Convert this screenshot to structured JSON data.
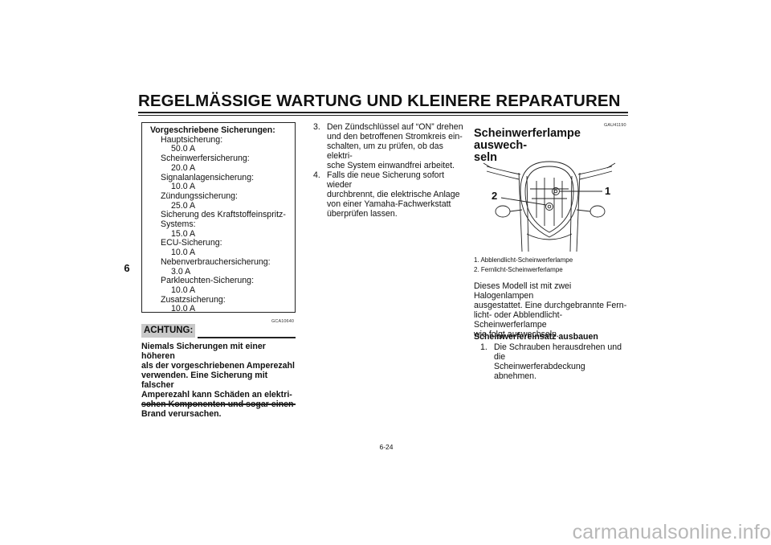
{
  "header": {
    "title": "REGELMÄSSIGE WARTUNG UND KLEINERE REPARATUREN",
    "chapter_number": "6"
  },
  "fuse_box": {
    "title": "Vorgeschriebene Sicherungen:",
    "items": [
      {
        "name": "Hauptsicherung:",
        "value": "50.0 A"
      },
      {
        "name": "Scheinwerfersicherung:",
        "value": "20.0 A"
      },
      {
        "name": "Signalanlagensicherung:",
        "value": "10.0 A"
      },
      {
        "name": "Zündungssicherung:",
        "value": "25.0 A"
      },
      {
        "name": "Sicherung des Kraftstoffeinspritz-",
        "value": ""
      },
      {
        "name": "Systems:",
        "value": "15.0 A"
      },
      {
        "name": "ECU-Sicherung:",
        "value": "10.0 A"
      },
      {
        "name": "Nebenverbrauchersicherung:",
        "value": "3.0 A"
      },
      {
        "name": "Parkleuchten-Sicherung:",
        "value": "10.0 A"
      },
      {
        "name": "Zusatzsicherung:",
        "value": "10.0 A"
      }
    ]
  },
  "caution": {
    "code": "GCA10640",
    "label": "ACHTUNG:",
    "lines": [
      "Niemals Sicherungen mit einer höheren",
      "als der vorgeschriebenen Amperezahl",
      "verwenden. Eine Sicherung mit falscher",
      "Amperezahl kann Schäden an elektri-",
      "schen Komponenten und sogar einen",
      "Brand verursachen."
    ]
  },
  "steps": [
    {
      "num": "3.",
      "lines": [
        "Den Zündschlüssel auf “ON” drehen",
        "und den betroffenen Stromkreis ein-",
        "schalten, um zu prüfen, ob das elektri-",
        "sche System einwandfrei arbeitet."
      ]
    },
    {
      "num": "4.",
      "lines": [
        "Falls die neue Sicherung sofort wieder",
        "durchbrennt, die elektrische Anlage",
        "von einer Yamaha-Fachwerkstatt",
        "überprüfen lassen."
      ]
    }
  ],
  "headlight_section": {
    "code": "GAU41190",
    "title_lines": [
      "Scheinwerferlampe auswech-",
      "seln"
    ],
    "figure_labels": {
      "one": "1",
      "two": "2"
    },
    "captions": [
      "1. Abblendlicht-Scheinwerferlampe",
      "2. Fernlicht-Scheinwerferlampe"
    ],
    "paragraph_lines": [
      "Dieses Modell ist mit zwei Halogenlampen",
      "ausgestattet. Eine durchgebrannte Fern-",
      "licht- oder Abblendlicht-Scheinwerferlampe",
      "wie folgt auswechseln."
    ],
    "subheading": "Scheinwerfereinsatz ausbauen",
    "substep": {
      "num": "1.",
      "lines": [
        "Die Schrauben herausdrehen und die",
        "Scheinwerferabdeckung abnehmen."
      ]
    }
  },
  "page_number": "6-24",
  "watermark": "carmanualsonline.info"
}
